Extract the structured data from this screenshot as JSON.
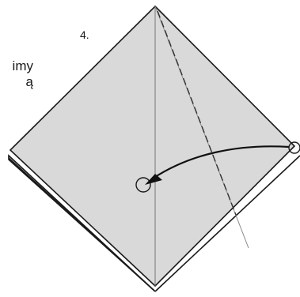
{
  "step": {
    "number": "4."
  },
  "instruction_fragment": {
    "line1": "imy",
    "line2": "ą"
  },
  "colors": {
    "paper_fill": "#d9d9d9",
    "outline": "#1a1a1a",
    "crease": "#555555",
    "arrow": "#111111"
  },
  "icons": {
    "fold_arrow": "curved-arrow-icon",
    "target_point": "circle-marker-icon",
    "source_point": "circle-marker-icon"
  }
}
